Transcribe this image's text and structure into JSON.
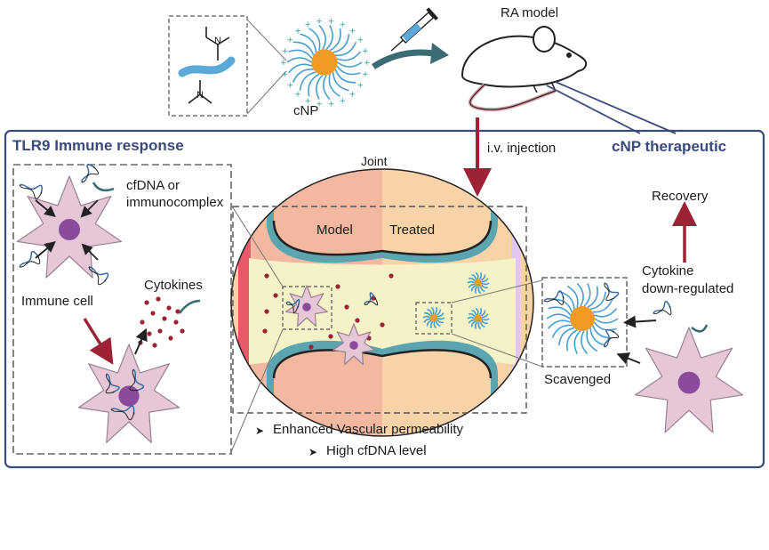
{
  "top": {
    "cnp_label": "cNP",
    "ra_model_label": "RA model",
    "injection_label": "i.v. injection"
  },
  "panels": {
    "left_title": "TLR9 Immune response",
    "right_title": "cNP therapeutic"
  },
  "left": {
    "cfdna_line1": "cfDNA or",
    "cfdna_line2": "immunocomplex",
    "cytokines": "Cytokines",
    "immune_cell": "Immune cell"
  },
  "joint": {
    "title": "Joint",
    "model": "Model",
    "treated": "Treated"
  },
  "bullets": [
    "Enhanced Vascular permeability",
    "High cfDNA level"
  ],
  "right": {
    "recovery": "Recovery",
    "cytokine_line1": "Cytokine",
    "cytokine_line2": "down-regulated",
    "scavenged": "Scavenged"
  },
  "colors": {
    "panel_border": "#3a4a7c",
    "title_text": "#3a4a7c",
    "arrow_red": "#9b2335",
    "arrow_teal": "#3b6b73",
    "nanoparticle_core": "#f29a22",
    "nanoparticle_arms": "#4a9fd0",
    "cell_body": "#e6c7d8",
    "cell_nucleus": "#8a4b9c",
    "model_side": "#f2b9a0",
    "treated_side": "#f8d3a8",
    "synovial_fluid": "#f6f2c8",
    "cartilage_teal": "#5aa5b0"
  },
  "icons": [
    "tertiary-amine-polymer-icon",
    "cationic-nanoparticle-icon",
    "syringe-icon",
    "mouse-icon",
    "dna-icon",
    "immune-cell-icon"
  ]
}
